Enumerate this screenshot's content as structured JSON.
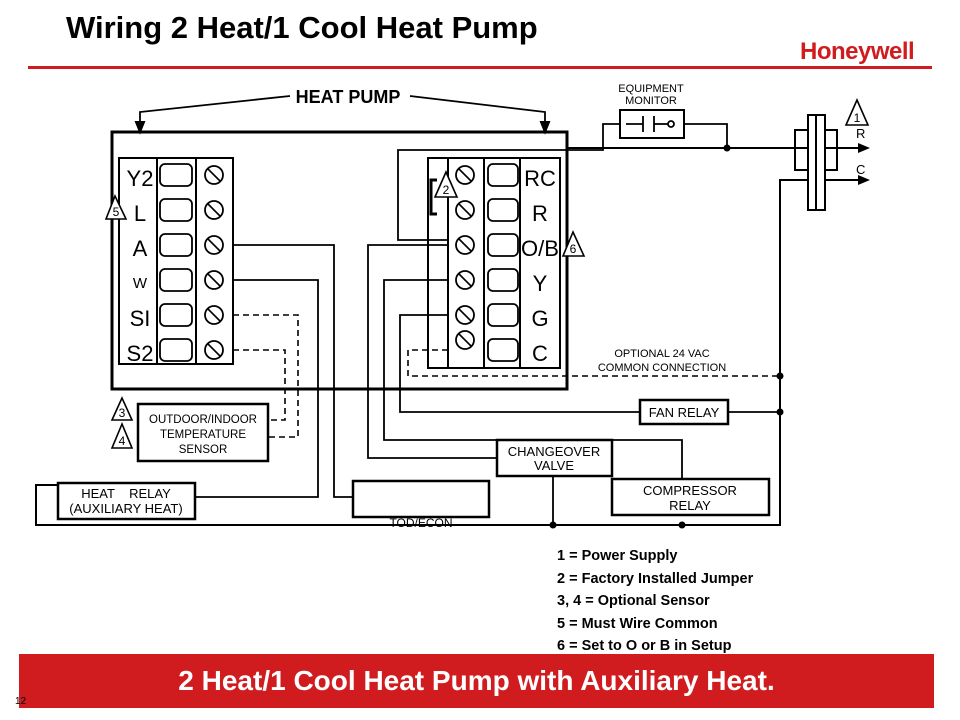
{
  "title": "Wiring 2 Heat/1 Cool Heat Pump",
  "brand": "Honeywell",
  "colors": {
    "brand_red": "#d01c1f",
    "line": "#000000"
  },
  "diagram": {
    "heat_pump_label": "HEAT PUMP",
    "equipment_monitor": [
      "EQUIPMENT",
      "MONITOR"
    ],
    "left_terminals": [
      "Y2",
      "L",
      "A",
      "W",
      "SI",
      "S2"
    ],
    "right_terminals": [
      "RC",
      "R",
      "O/B",
      "Y",
      "G",
      "C"
    ],
    "power_labels": {
      "r": "R",
      "c": "C"
    },
    "markers": {
      "m1": "1",
      "m2": "2",
      "m3": "3",
      "m4": "4",
      "m5": "5",
      "m6": "6"
    },
    "optional_common": [
      "OPTIONAL 24 VAC",
      "COMMON CONNECTION"
    ],
    "fan_relay": "FAN RELAY",
    "sensor": [
      "OUTDOOR/INDOOR",
      "TEMPERATURE",
      "SENSOR"
    ],
    "changeover": [
      "CHANGEOVER",
      "VALVE"
    ],
    "heat_relay": [
      "HEAT    RELAY",
      "(AUXILIARY HEAT)"
    ],
    "compressor_relay": [
      "COMPRESSOR",
      "RELAY"
    ],
    "tod_econ": "TOD/ECON"
  },
  "legend": [
    "1 = Power Supply",
    "2 = Factory Installed Jumper",
    "3, 4 = Optional Sensor",
    "5 = Must Wire Common",
    "6 = Set to O or B in Setup"
  ],
  "banner": "2 Heat/1 Cool Heat Pump with Auxiliary Heat.",
  "page_number": "12"
}
